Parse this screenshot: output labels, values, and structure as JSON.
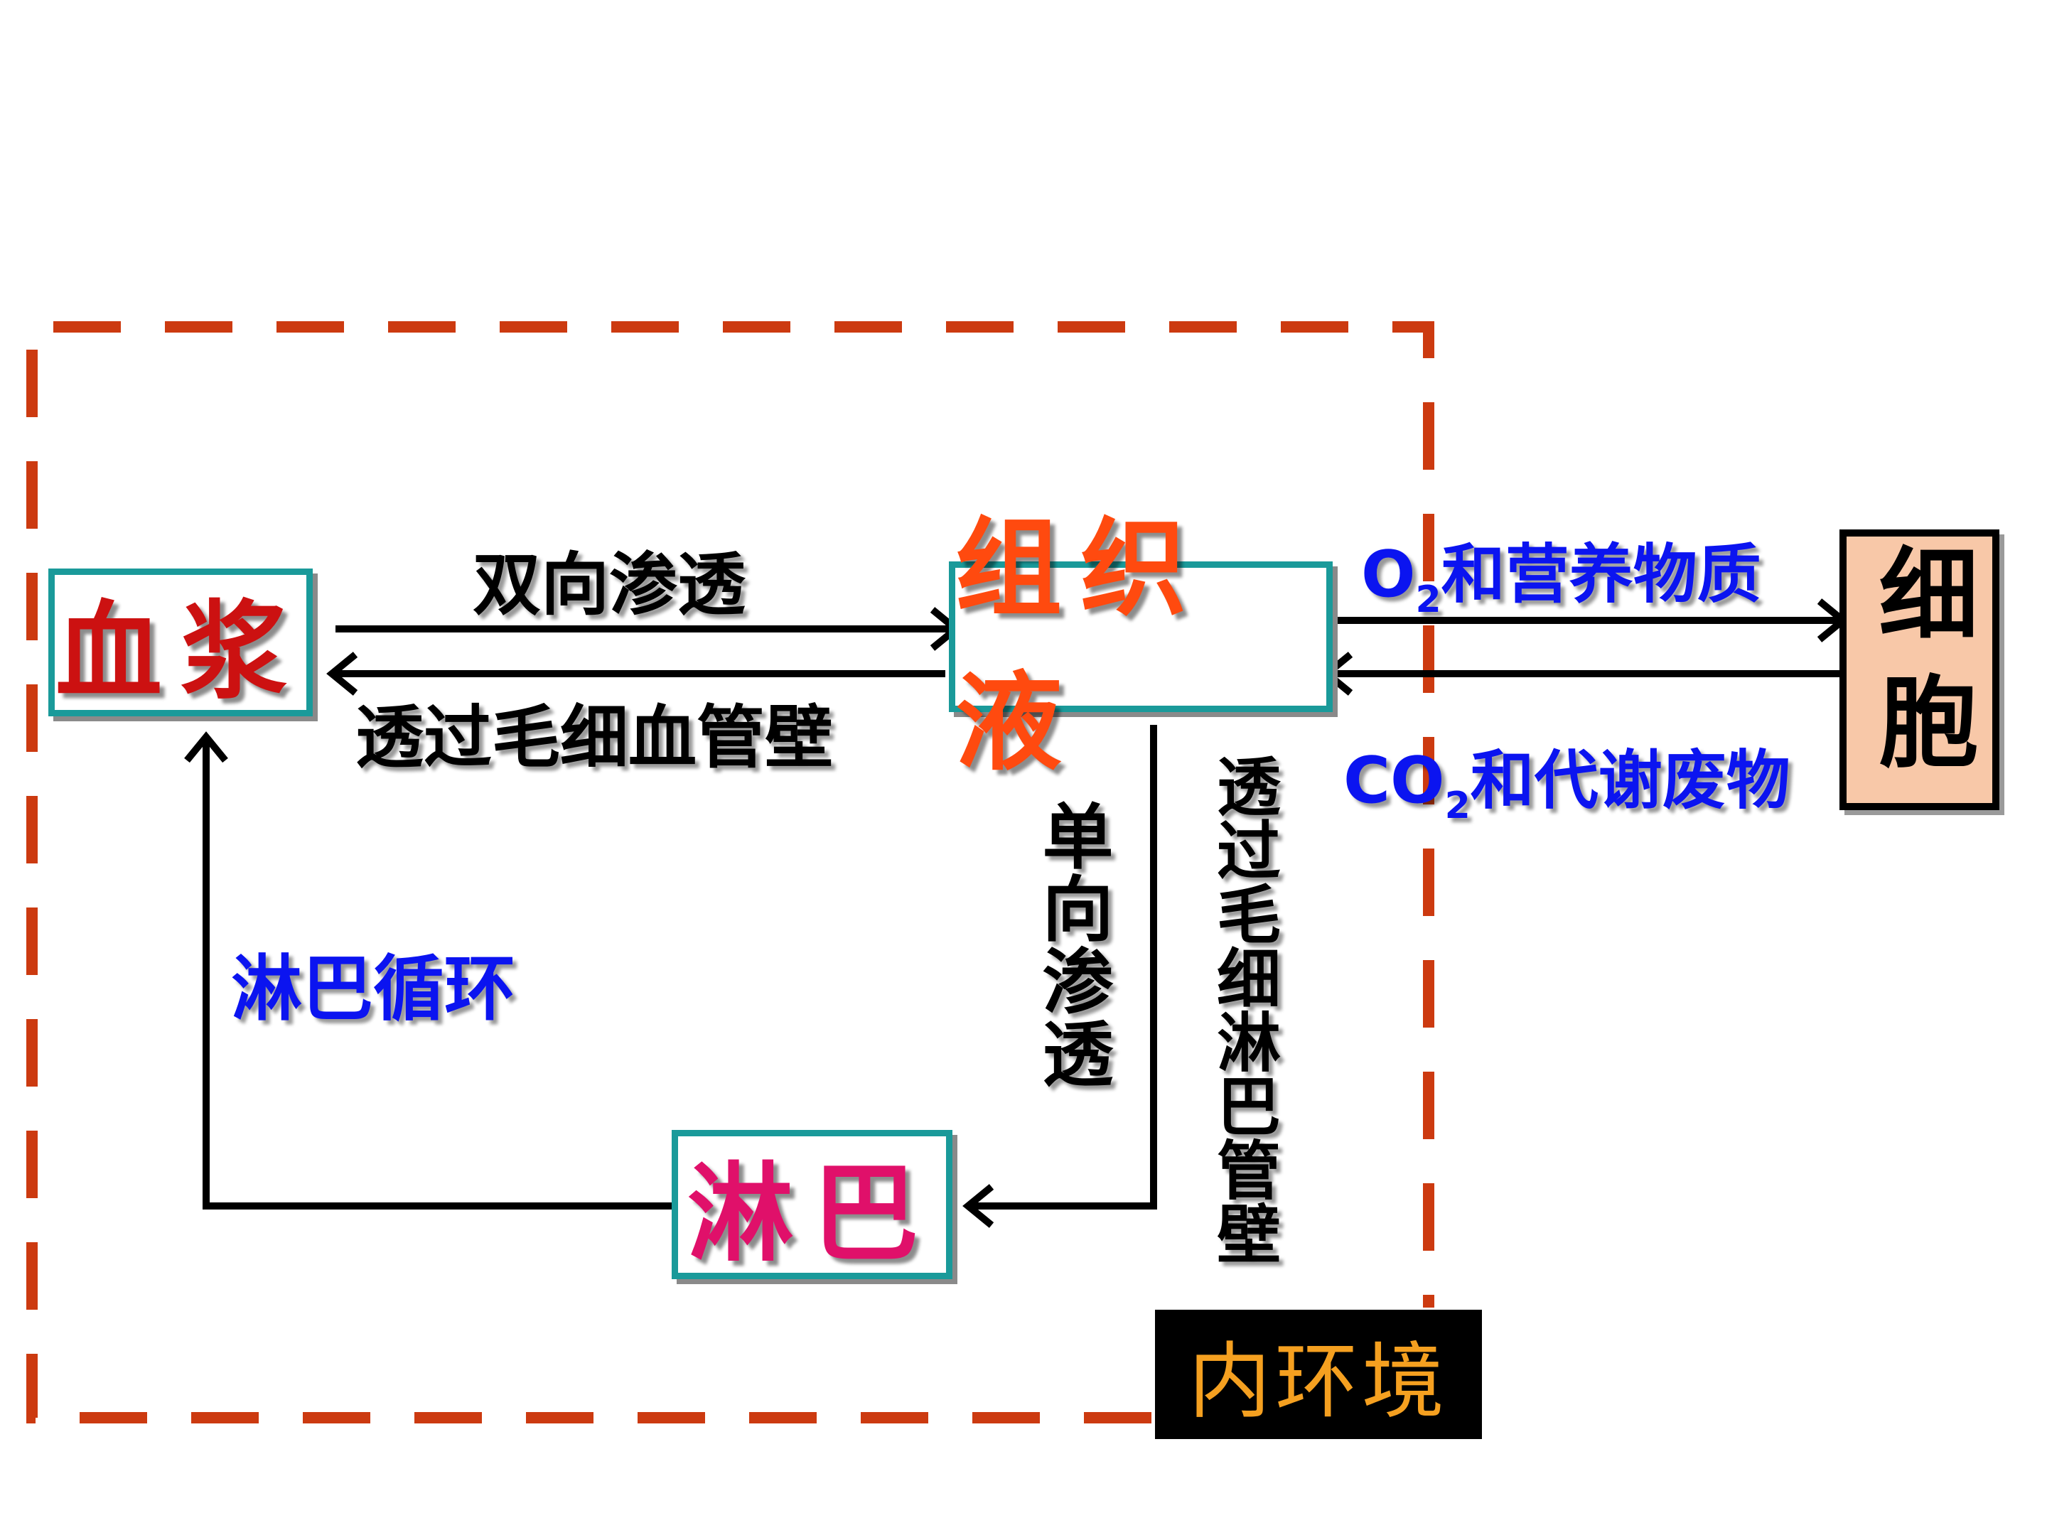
{
  "nodes": {
    "plasma": {
      "label": "血浆",
      "color": "#cc1111"
    },
    "tissue_fluid": {
      "label": "组织液",
      "color": "#ff4a0f"
    },
    "lymph": {
      "label": "淋巴",
      "color": "#e0106a"
    },
    "cell": {
      "label": "细胞"
    }
  },
  "edges": {
    "plasma_to_tissue": "双向渗透",
    "capillary_wall": "透过毛细血管壁",
    "one_way": "单向渗透",
    "lymph_capillary_wall": "透过毛细淋巴管壁",
    "lymph_circulation": "淋巴循环",
    "o2_prefix": "O",
    "o2_sub": "2",
    "o2_suffix": "和营养物质",
    "co2_prefix": "CO",
    "co2_sub": "2",
    "co2_suffix": "和代谢废物"
  },
  "region": {
    "label": "内环境",
    "border_color": "#cc3a10",
    "label_color": "#f5a020"
  },
  "colors": {
    "box_border": "#1a9a9a",
    "edge_label": "#0b14f0"
  }
}
